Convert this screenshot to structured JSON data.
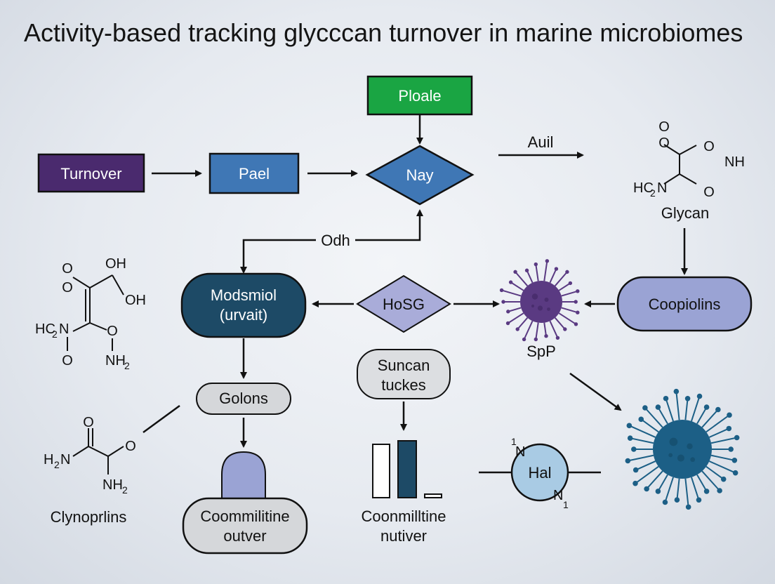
{
  "title": "Activity-based tracking glycccan turnover in marine microbiomes",
  "nodes": {
    "turnover": "Turnover",
    "pael": "Pael",
    "ploale": "Ploale",
    "nay": "Nay",
    "modsmiol_line1": "Modsmiol",
    "modsmiol_line2": "(urvait)",
    "hosg": "HoSG",
    "coopiolins": "Coopiolins",
    "golons": "Golons",
    "suncan_line1": "Suncan",
    "suncan_line2": "tuckes",
    "hal": "Hal",
    "commilitine_line1": "Coommilitine",
    "commilitine_line2": "outver",
    "connmilltine_line1": "Coonmilltine",
    "connmilltine_line2": "nutiver"
  },
  "labels": {
    "auil": "Auil",
    "odh": "Odh",
    "glycan": "Glycan",
    "spp": "SpP",
    "clynoprlins": "Clynoprlins"
  },
  "chem": {
    "o": "O",
    "oh": "OH",
    "nh": "NH",
    "n": "N",
    "hc2n_hc": "HC",
    "sub2": "2",
    "nh2_nh": "NH",
    "h2n_h": "H",
    "h2n_n": "N",
    "one": "1"
  },
  "colors": {
    "purple": "#4a2a6e",
    "blue": "#3f77b5",
    "green": "#1aa543",
    "navy": "#1d4a66",
    "lavender": "#a9acd9",
    "periwinkle": "#9aa3d4",
    "gray_pill": "#d5d7da",
    "light_blue": "#a9cbe4",
    "microbe_purple": "#5a3a82",
    "microbe_teal": "#1c5f86"
  }
}
